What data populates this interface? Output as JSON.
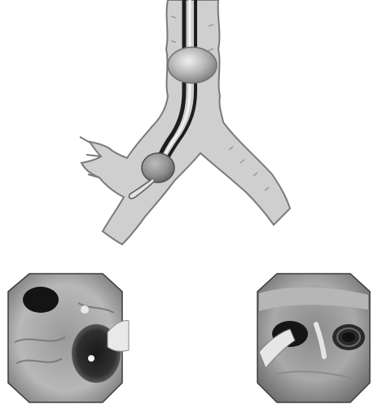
{
  "figure": {
    "panels": [
      {
        "id": "airway-diagram",
        "content": "illustration"
      },
      {
        "id": "endoscopic-view-left",
        "content": "photograph"
      },
      {
        "id": "endoscopic-view-right",
        "content": "photograph"
      }
    ]
  },
  "colors": {
    "background": "#ffffff",
    "airway_fill": "#cfcfcf",
    "airway_outline": "#7a7a7a",
    "balloon_fill": "#a8a8a8",
    "balloon_highlight": "#e6e6e6",
    "tube_dark": "#1e1e1e",
    "mucosa_light": "#c9c9c9",
    "mucosa_dark": "#3a3a3a"
  }
}
